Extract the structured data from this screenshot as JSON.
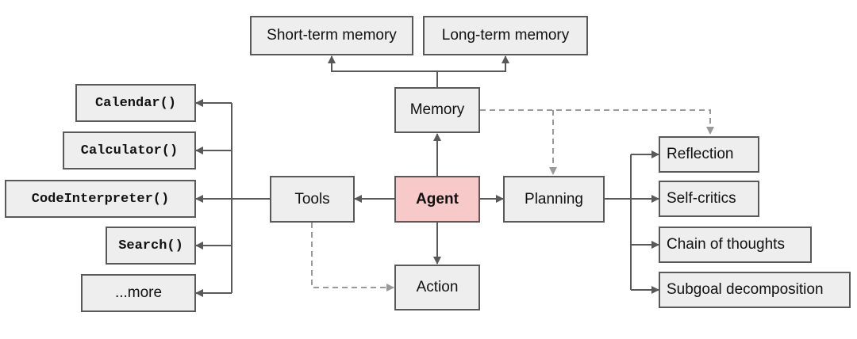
{
  "colors": {
    "box_fill": "#eeeeee",
    "box_border": "#595959",
    "agent_fill": "#f8c9c9",
    "arrow_solid": "#595959",
    "arrow_dashed": "#999999"
  },
  "nodes": {
    "agent": "Agent",
    "memory": "Memory",
    "short_term_memory": "Short-term memory",
    "long_term_memory": "Long-term memory",
    "tools": "Tools",
    "planning": "Planning",
    "action": "Action",
    "calendar": "Calendar()",
    "calculator": "Calculator()",
    "code_interpreter": "CodeInterpreter()",
    "search": "Search()",
    "more": "...more",
    "reflection": "Reflection",
    "self_critics": "Self-critics",
    "chain_of_thoughts": "Chain of thoughts",
    "subgoal_decomposition": "Subgoal decomposition"
  }
}
